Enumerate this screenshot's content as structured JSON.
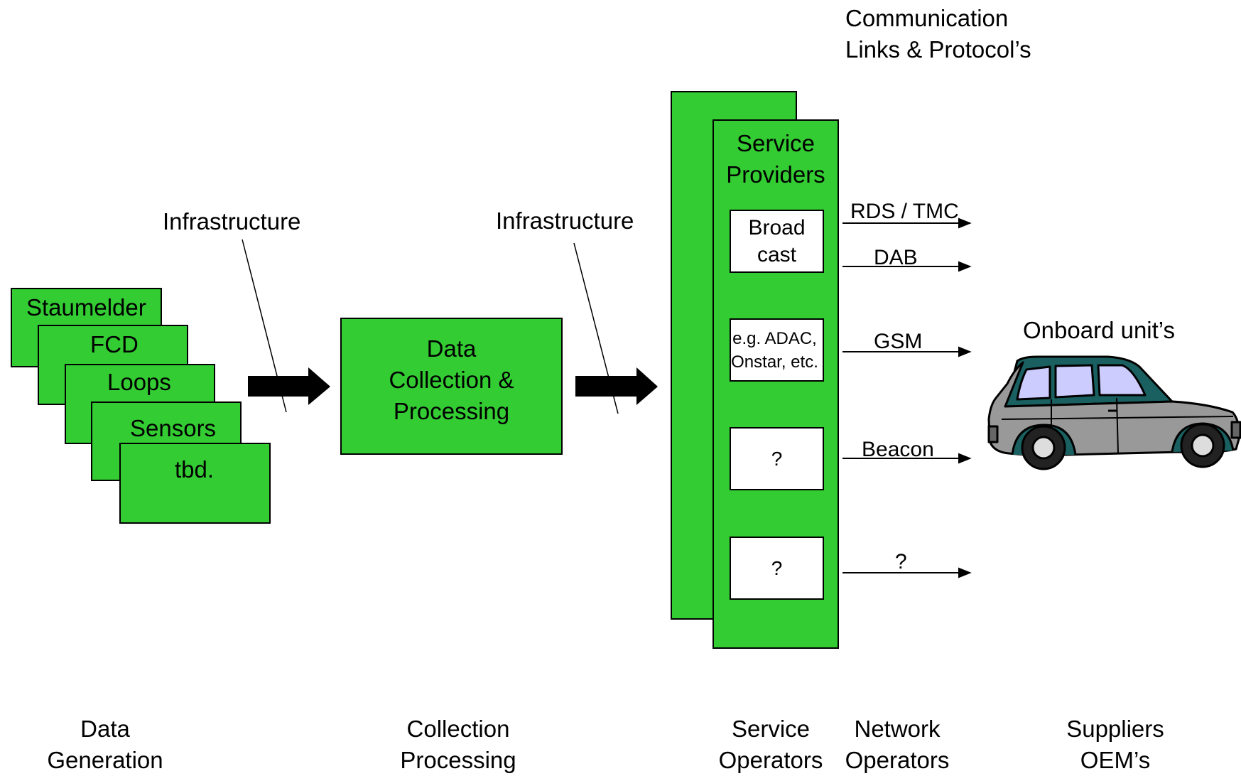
{
  "header": {
    "communication": "Communication\nLinks & Protocol’s"
  },
  "data_sources": {
    "items": [
      "Staumelder",
      "FCD",
      "Loops",
      "Sensors",
      "tbd."
    ]
  },
  "infrastructure": {
    "left": "Infrastructure",
    "right": "Infrastructure"
  },
  "processing": {
    "label": "Data\nCollection &\nProcessing"
  },
  "service_providers": {
    "title": "Service\nProviders",
    "broadcast": "Broad\ncast",
    "example": "e.g. ADAC,\nOnstar, etc.",
    "unknown_1": "?",
    "unknown_2": "?"
  },
  "links": [
    "RDS / TMC",
    "DAB",
    "GSM",
    "Beacon",
    "?"
  ],
  "onboard": {
    "label": "Onboard unit’s"
  },
  "footer": {
    "data_generation": "Data\nGeneration",
    "collection_processing": "Collection\nProcessing",
    "service_operators": "Service\nOperators",
    "network_operators": "Network\nOperators",
    "suppliers": "Suppliers\nOEM’s"
  },
  "colors": {
    "green": "#33cc33",
    "car_body": "#999999",
    "car_window": "#ccccff"
  }
}
